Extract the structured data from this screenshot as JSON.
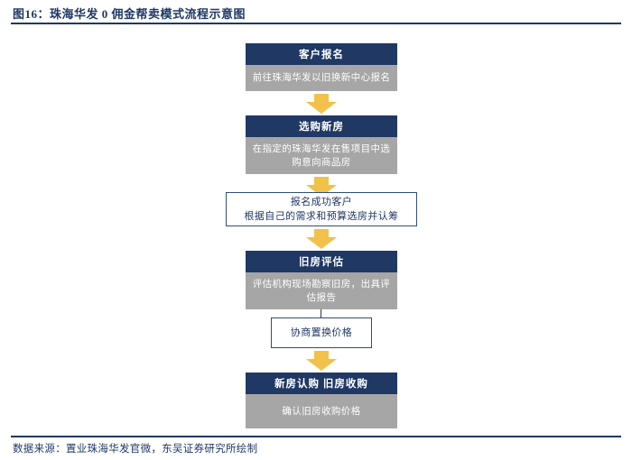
{
  "figure": {
    "title": "图16：珠海华发 0 佣金帮卖模式流程示意图",
    "source_note": "数据来源：置业珠海华发官微，东吴证券研究所绘制"
  },
  "colors": {
    "navy": "#1F3864",
    "gray": "#A6A6A6",
    "arrow_gold": "#F2C14A",
    "white": "#FFFFFF"
  },
  "flow": {
    "nodes": [
      {
        "id": "customer-registration",
        "style": "header-body",
        "header": "客户报名",
        "body": "前往珠海华发以旧换新中心报名"
      },
      {
        "id": "select-new-home",
        "style": "header-body",
        "header": "选购新房",
        "body": "在指定的珠海华发在售项目中选购意向商品房"
      },
      {
        "id": "registered-customer",
        "style": "plain-outline",
        "line1": "报名成功客户",
        "line2": "根据自己的需求和预算选房并认筹"
      },
      {
        "id": "old-home-appraisal",
        "style": "header-body",
        "header": "旧房评估",
        "body": "评估机构现场勘察旧房，出具评估报告"
      },
      {
        "id": "negotiate-swap-price",
        "style": "plain-outline",
        "line1": "协商置换价格",
        "line2": ""
      },
      {
        "id": "subscribe-and-acquire",
        "style": "header-body",
        "header": "新房认购  旧房收购",
        "body": "确认旧房收购价格"
      }
    ],
    "connectors": [
      {
        "id": "c1",
        "from": "customer-registration",
        "to": "select-new-home",
        "kind": "block-arrow-down"
      },
      {
        "id": "c2",
        "from": "select-new-home",
        "to": "registered-customer",
        "kind": "block-arrow-down"
      },
      {
        "id": "c3",
        "from": "registered-customer",
        "to": "old-home-appraisal",
        "kind": "block-arrow-down"
      },
      {
        "id": "c4",
        "from": "old-home-appraisal",
        "to": "negotiate-swap-price",
        "kind": "line-arrow-down"
      },
      {
        "id": "c5",
        "from": "negotiate-swap-price",
        "to": "subscribe-and-acquire",
        "kind": "block-arrow-down"
      }
    ]
  }
}
